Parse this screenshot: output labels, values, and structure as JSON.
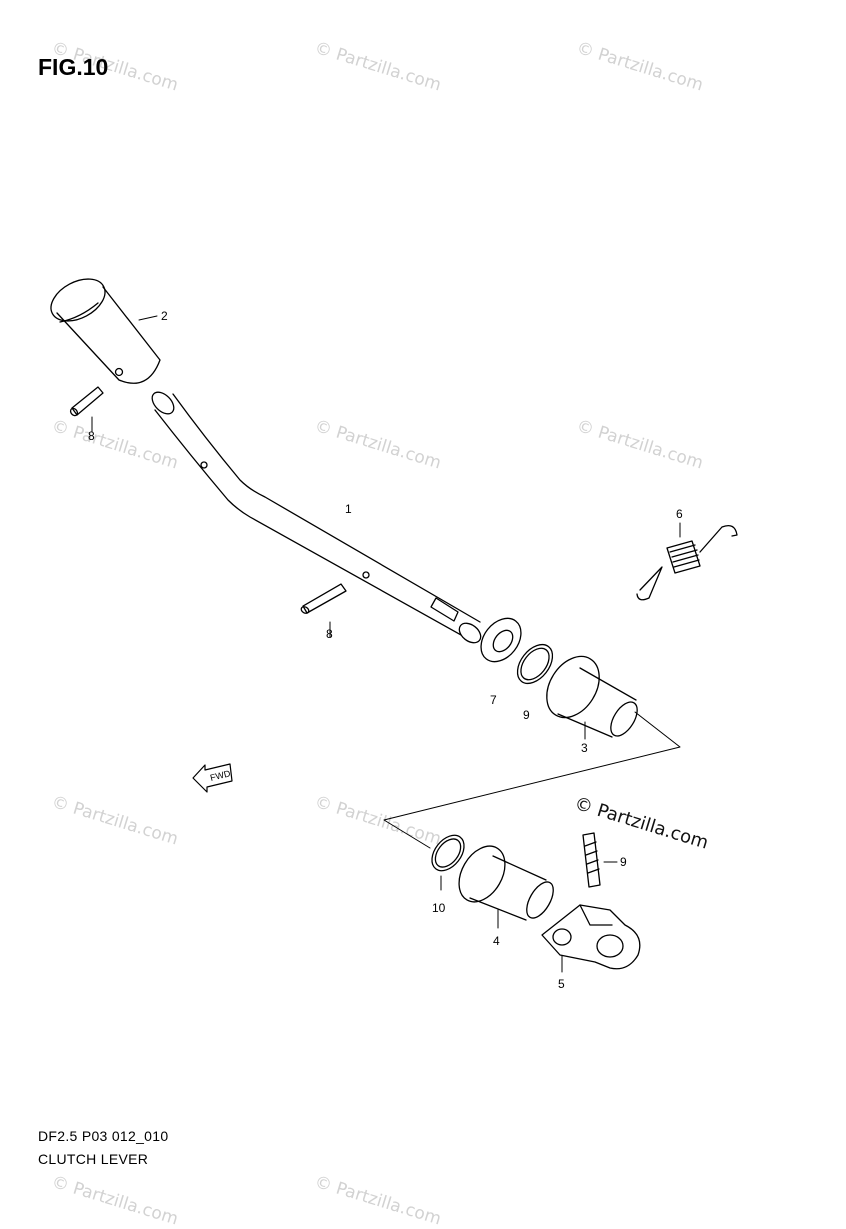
{
  "figure": {
    "title": "FIG.10",
    "code": "DF2.5 P03 012_010",
    "name": "CLUTCH LEVER"
  },
  "watermark": {
    "text": "© Partzilla.com"
  },
  "parts": [
    {
      "id": "part-2",
      "label": "2"
    },
    {
      "id": "part-8a",
      "label": "8"
    },
    {
      "id": "part-1",
      "label": "1"
    },
    {
      "id": "part-8b",
      "label": "8"
    },
    {
      "id": "part-6",
      "label": "6"
    },
    {
      "id": "part-7",
      "label": "7"
    },
    {
      "id": "part-9a",
      "label": "9"
    },
    {
      "id": "part-3",
      "label": "3"
    },
    {
      "id": "part-9b",
      "label": "9"
    },
    {
      "id": "part-10",
      "label": "10"
    },
    {
      "id": "part-4",
      "label": "4"
    },
    {
      "id": "part-5",
      "label": "5"
    }
  ],
  "fwd_label": "FWD",
  "colors": {
    "line": "#000000",
    "watermark": "#d2d2d2"
  }
}
